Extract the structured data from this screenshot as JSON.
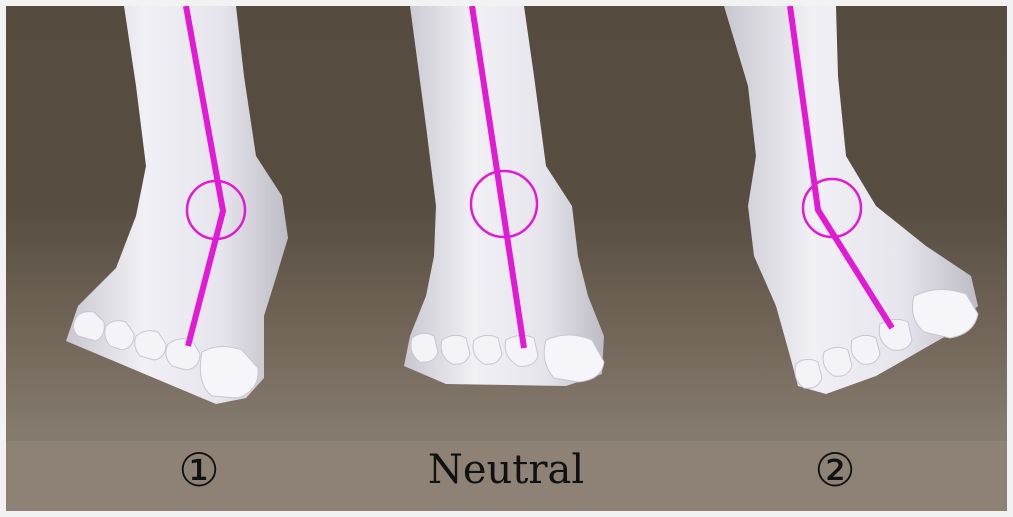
{
  "labels": {
    "left": "①",
    "center": "Neutral",
    "right": "②"
  },
  "colors": {
    "background_top": "#554b3f",
    "background_bottom": "#857a6e",
    "foot": "#e9e8ee",
    "axis_line": "#e21ad6",
    "label_text": "#111111"
  }
}
